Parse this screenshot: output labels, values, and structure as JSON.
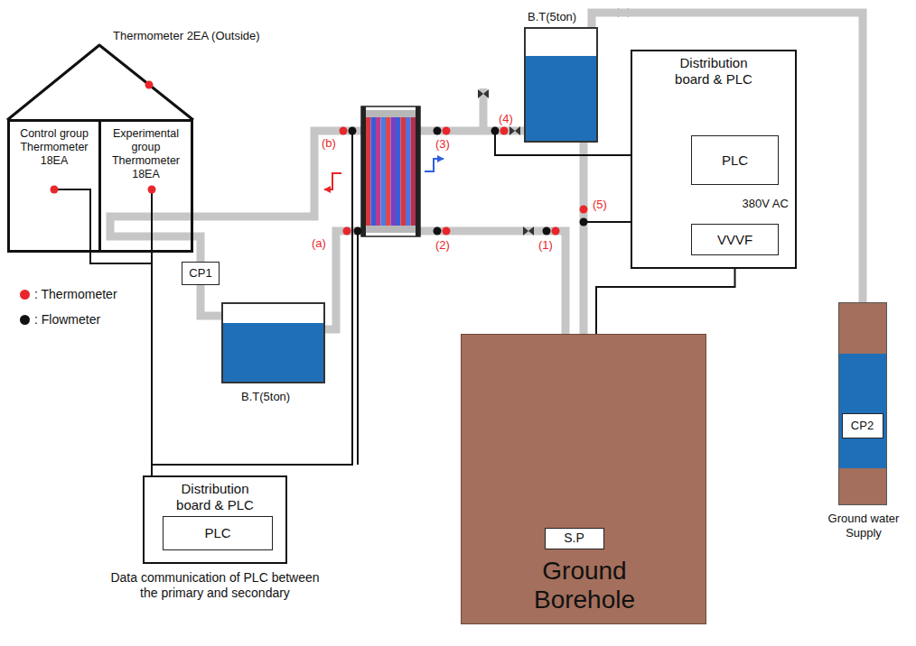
{
  "diagram": {
    "nodes": [
      {
        "text": [
          "Control group Thermometer 18EA"
        ]
      },
      {
        "text": [
          "Experimental group Thermometer 18EA"
        ]
      },
      {
        "text": [
          "CP1"
        ]
      },
      {
        "text": [
          "B.T(5ton)"
        ]
      },
      {
        "text": [
          "Distribution board & PLC"
        ]
      },
      {
        "text": [
          "PLC"
        ],
        "in": 4
      },
      {
        "text": [
          "B.T(5ton)"
        ]
      },
      {
        "text": [
          "Distribution board & PLC"
        ]
      },
      {
        "text": [
          "PLC"
        ],
        "in": 7
      },
      {
        "text": [
          "VVVF"
        ],
        "in": 7
      },
      {
        "text": [
          "Ground Borehole"
        ]
      },
      {
        "text": [
          "S.P"
        ],
        "in": 10
      },
      {
        "text": [
          "Ground water Supply"
        ]
      },
      {
        "text": [
          "CP2"
        ],
        "in": 12
      }
    ],
    "edges": [
      {
        "from": 0,
        "to": 5,
        "arrow": "to"
      },
      {
        "from": 1,
        "to": 5,
        "arrow": "to"
      },
      {
        "from": 2,
        "to": 3,
        "arrow": "none"
      },
      {
        "from": 9,
        "to": 8,
        "arrow": "to",
        "label": "380V AC"
      },
      {
        "from": 9,
        "to": 11,
        "arrow": "none"
      },
      {
        "from": 12,
        "to": 6,
        "arrow": "none"
      }
    ],
    "labels": [
      "Thermometer 2EA (Outside)",
      "(a)",
      "(b)",
      "(1)",
      "(2)",
      "(3)",
      "(4)",
      "(5)",
      "Data communication of PLC between the primary and secondary"
    ],
    "legend": [
      {
        "text": ": Thermometer",
        "color": "#e8262b"
      },
      {
        "text": ": Flowmeter",
        "color": "#111111"
      }
    ]
  }
}
